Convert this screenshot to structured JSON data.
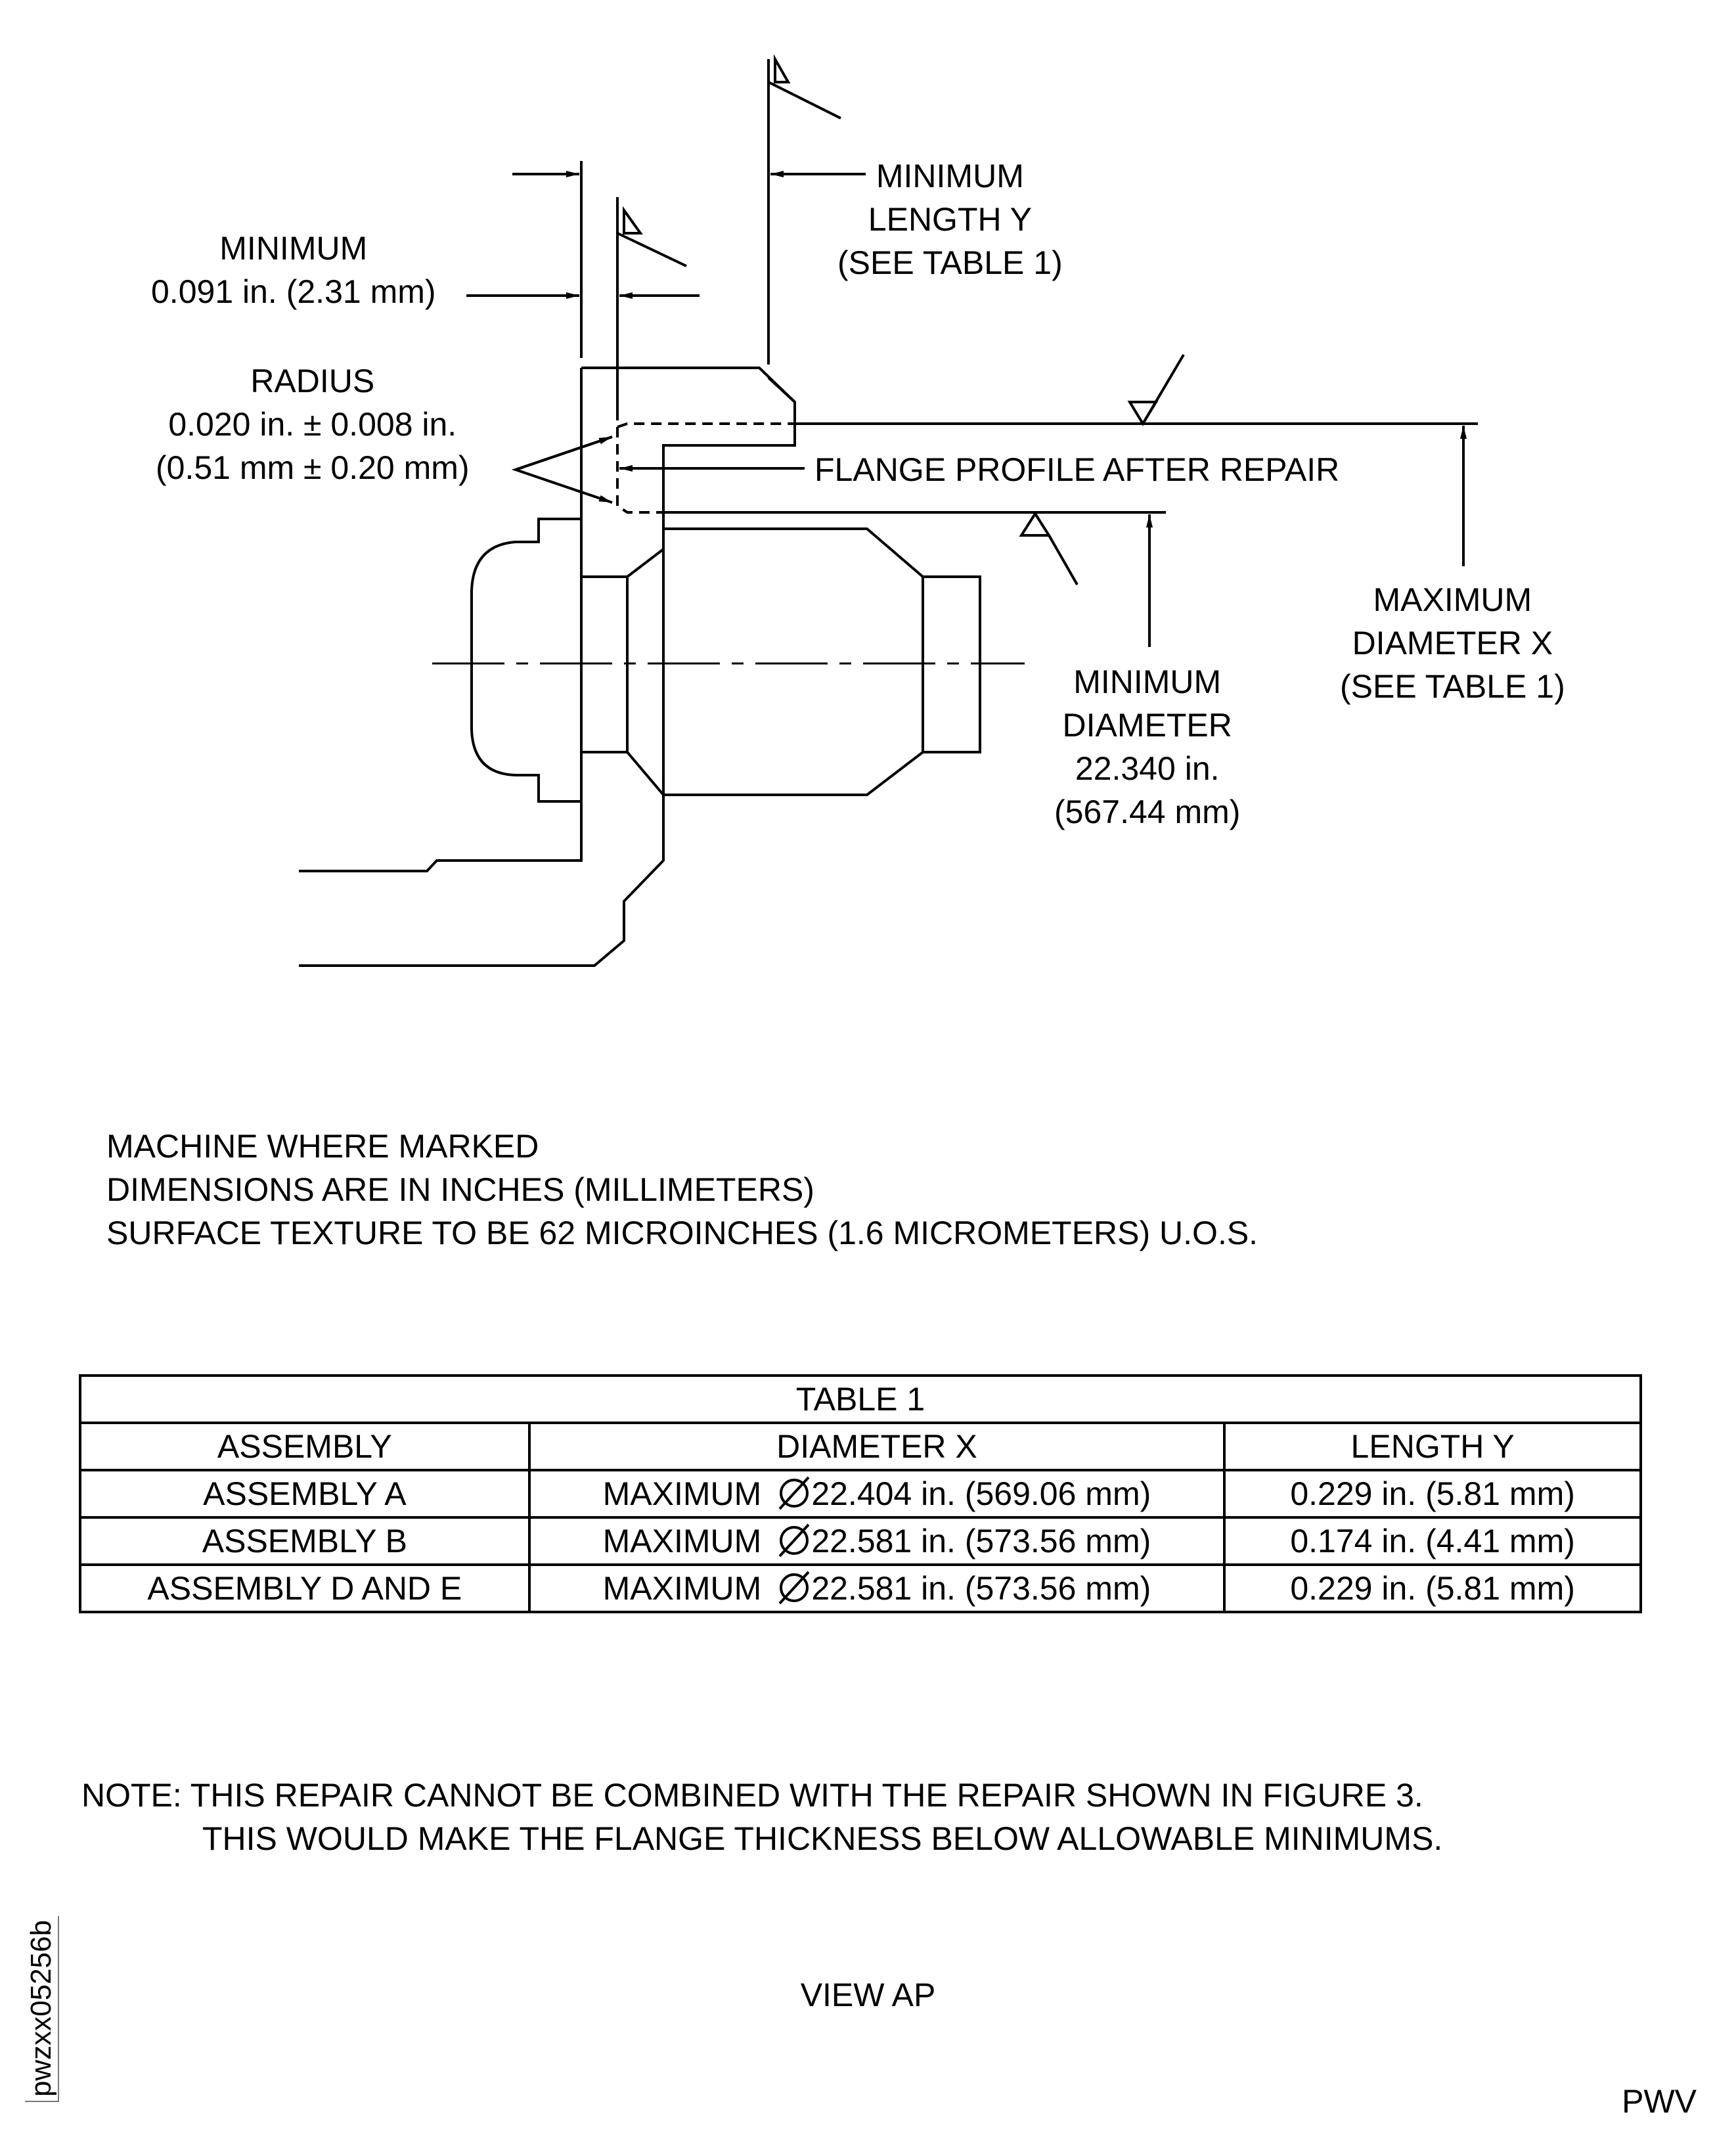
{
  "labels": {
    "min_thickness": [
      "MINIMUM",
      "0.091 in. (2.31 mm)"
    ],
    "min_length_y": [
      "MINIMUM",
      "LENGTH Y",
      "(SEE TABLE 1)"
    ],
    "radius": [
      "RADIUS",
      "0.020 in. ± 0.008 in.",
      "(0.51 mm ± 0.20 mm)"
    ],
    "flange_profile": "FLANGE PROFILE AFTER REPAIR",
    "max_diameter_x": [
      "MAXIMUM",
      "DIAMETER X",
      "(SEE TABLE 1)"
    ],
    "min_diameter": [
      "MINIMUM",
      "DIAMETER",
      "22.340 in.",
      "(567.44 mm)"
    ]
  },
  "notes": [
    "MACHINE WHERE MARKED",
    "DIMENSIONS ARE IN INCHES (MILLIMETERS)",
    "SURFACE TEXTURE TO BE 62 MICROINCHES (1.6 MICROMETERS) U.O.S."
  ],
  "table": {
    "title": "TABLE 1",
    "headers": [
      "ASSEMBLY",
      "DIAMETER X",
      "LENGTH Y"
    ],
    "rows": [
      {
        "assembly": "ASSEMBLY A",
        "prefix": "MAXIMUM",
        "diameter": "22.404 in. (569.06 mm)",
        "length": "0.229 in. (5.81 mm)"
      },
      {
        "assembly": "ASSEMBLY B",
        "prefix": "MAXIMUM",
        "diameter": "22.581 in. (573.56 mm)",
        "length": "0.174 in. (4.41 mm)"
      },
      {
        "assembly": "ASSEMBLY D AND E",
        "prefix": "MAXIMUM",
        "diameter": "22.581 in. (573.56 mm)",
        "length": "0.229 in. (5.81 mm)"
      }
    ]
  },
  "note": {
    "prefix": "NOTE:",
    "line1": "THIS REPAIR CANNOT BE COMBINED WITH THE REPAIR SHOWN IN FIGURE 3.",
    "line2": "THIS WOULD MAKE THE FLANGE THICKNESS BELOW ALLOWABLE MINIMUMS."
  },
  "view_title": "VIEW AP",
  "drawing_code": "pwzxx05256b",
  "corner_mark": "PWV"
}
